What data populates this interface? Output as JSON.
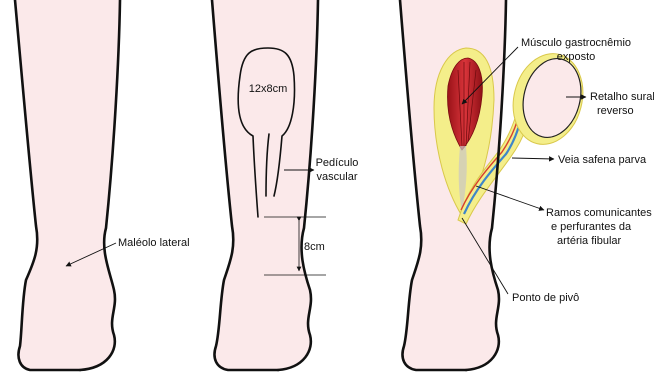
{
  "figure": {
    "panel_left": {
      "label_malleolus": "Maléolo lateral"
    },
    "panel_middle": {
      "label_flap_size": "12x8cm",
      "label_pedicle": [
        "Pedículo",
        "vascular"
      ],
      "label_distance": "8cm"
    },
    "panel_right": {
      "label_muscle": [
        "Músculo gastrocnêmio",
        "exposto"
      ],
      "label_flap": [
        "Retalho sural",
        "reverso"
      ],
      "label_vein": "Veia safena parva",
      "label_branches": [
        "Ramos comunicantes",
        "e perfurantes da",
        "artéria fibular"
      ],
      "label_pivot": "Ponto de pivô"
    },
    "colors": {
      "skin": "#fbe9ea",
      "outline": "#111111",
      "muscle": "#c8202a",
      "fascia": "#f4ee8a",
      "vein": "#3e86c8",
      "artery": "#d8402c"
    }
  }
}
